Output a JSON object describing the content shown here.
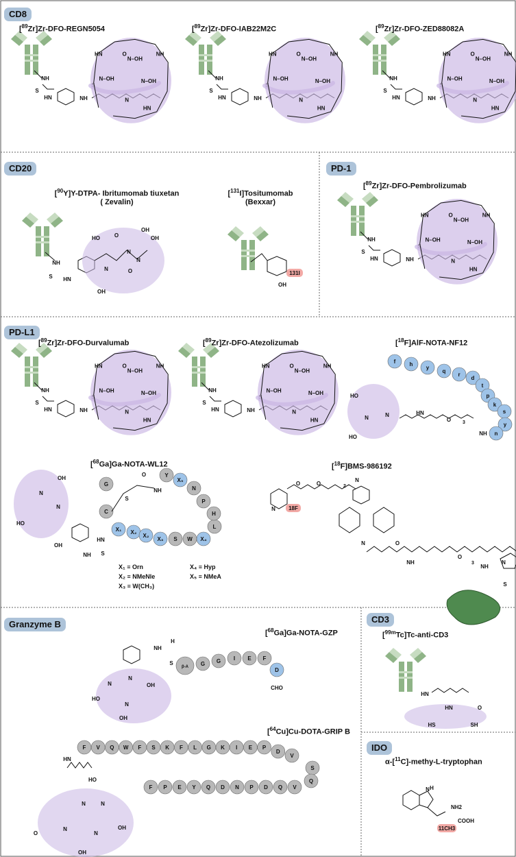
{
  "colors": {
    "antibody": "#8fb487",
    "antibody_light": "#c7dcc1",
    "chelator_glow": "#c9b6e4",
    "peptide_gray": "#b8b8b8",
    "peptide_blue": "#9ec3e8",
    "radio_label": "#f2a9a5",
    "badge": "#adc3d9",
    "protein_blob": "#4f8a4f"
  },
  "sections": {
    "cd8": "CD8",
    "cd20": "CD20",
    "pd1": "PD-1",
    "pdl1": "PD-L1",
    "granzyme": "Granzyme B",
    "cd3": "CD3",
    "ido": "IDO"
  },
  "tracers": {
    "regn": {
      "sup": "89",
      "rest": "Zr]Zr-DFO-REGN5054"
    },
    "iab": {
      "sup": "89",
      "rest": "Zr]Zr-DFO-IAB22M2C"
    },
    "zed": {
      "sup": "89",
      "rest": "Zr]Zr-DFO-ZED88082A"
    },
    "zevalin": {
      "sup": "90",
      "rest": "Y]Y-DTPA- Ibritumomab tiuxetan",
      "line2": "( Zevalin)"
    },
    "bexxar": {
      "sup": "131",
      "rest": "I]Tositumomab",
      "line2": "(Bexxar)"
    },
    "pembro": {
      "sup": "89",
      "rest": "Zr]Zr-DFO-Pembrolizumab"
    },
    "durva": {
      "sup": "89",
      "rest": "Zr]Zr-DFO-Durvalumab"
    },
    "atezo": {
      "sup": "89",
      "rest": "Zr]Zr-DFO-Atezolizumab"
    },
    "nf12": {
      "sup": "18",
      "rest": "F]AlF-NOTA-NF12"
    },
    "wl12": {
      "sup": "68",
      "rest": "Ga]Ga-NOTA-WL12"
    },
    "bms": {
      "sup": "18",
      "rest": "F]BMS-986192"
    },
    "gzp": {
      "sup": "68",
      "rest": "Ga]Ga-NOTA-GZP"
    },
    "cd3": {
      "sup": "99m",
      "rest": "Tc]Tc-anti-CD3"
    },
    "grip": {
      "sup": "64",
      "rest": "Cu]Cu-DOTA-GRIP B"
    },
    "ido": {
      "pre": "α-[",
      "sup": "11",
      "rest": "C]-methy-L-tryptophan"
    }
  },
  "wl12_key": {
    "x1": "X₁ ≡ Orn",
    "x2": "X₂ ≡ NMeNle",
    "x3": "X₃ ≡ W(CH₃)",
    "x4": "X₄ ≡ Hyp",
    "x5": "X₅ ≡ NMeA"
  },
  "peptides": {
    "nf12": [
      "f",
      "h",
      "y",
      "q",
      "r",
      "d",
      "t",
      "p",
      "k",
      "s",
      "y",
      "n"
    ],
    "wl12": [
      "G",
      "C",
      "X₁",
      "X₂",
      "X₂",
      "X₃",
      "S",
      "W",
      "X₄",
      "L",
      "H",
      "P",
      "N",
      "X₅",
      "Y"
    ],
    "gzp": [
      "β-A",
      "G",
      "G",
      "I",
      "E",
      "F",
      "D"
    ],
    "grip_top": [
      "F",
      "V",
      "Q",
      "W",
      "F",
      "S",
      "K",
      "F",
      "L",
      "G",
      "K",
      "I",
      "E",
      "P",
      "D",
      "V"
    ],
    "grip_turn": [
      "S",
      "Q"
    ],
    "grip_bottom": [
      "V",
      "Q",
      "D",
      "P",
      "N",
      "D",
      "Q",
      "Y",
      "E",
      "P",
      "F"
    ]
  },
  "atoms": {
    "I131": "131I",
    "F18": "18F",
    "CH3_11": "11CH3",
    "NOH": "N–OH",
    "OH": "OH",
    "NH": "NH",
    "HN": "HN",
    "S": "S",
    "O": "O",
    "N": "N",
    "HS": "HS",
    "SH": "SH",
    "COOH": "COOH",
    "NH2": "NH2",
    "CHO": "CHO",
    "HO": "HO",
    "H": "H",
    "n3": "3",
    "n2": "2"
  }
}
